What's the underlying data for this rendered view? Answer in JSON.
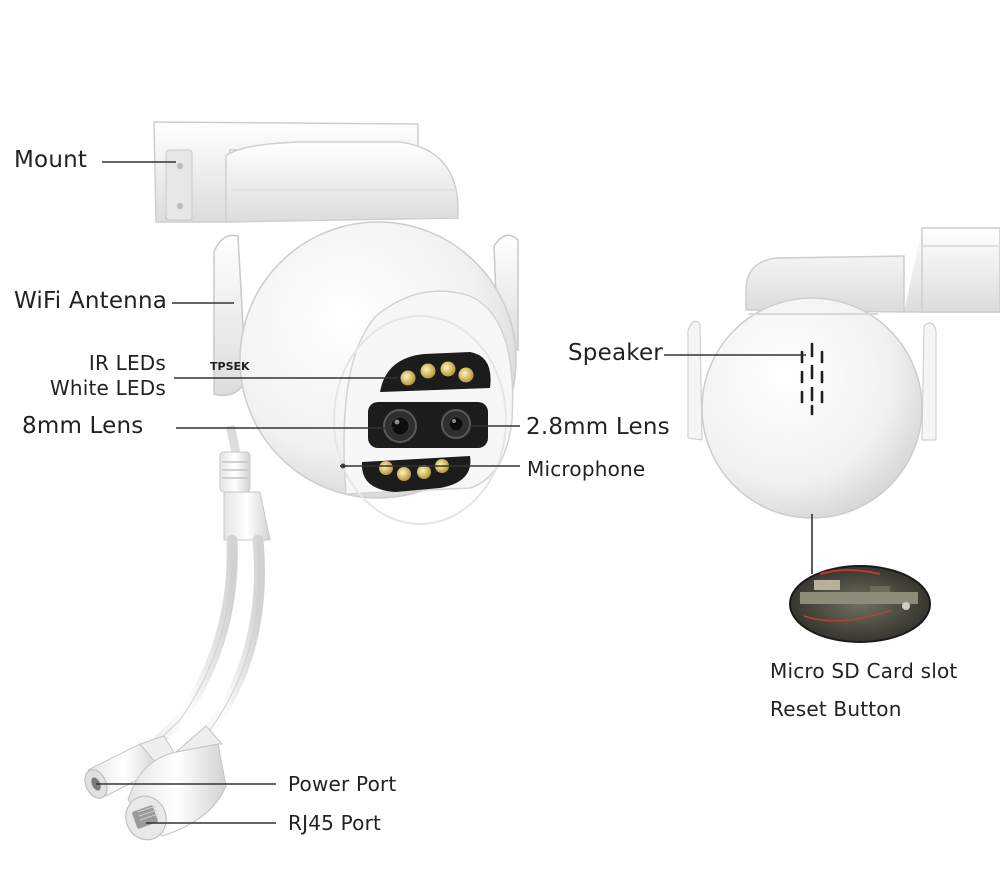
{
  "brand": {
    "logo_text": "TPSEK"
  },
  "labels": {
    "mount": "Mount",
    "wifi_antenna": "WiFi Antenna",
    "ir_leds": "IR LEDs",
    "white_leds": "White LEDs",
    "lens_8mm": "8mm Lens",
    "lens_28mm": "2.8mm Lens",
    "microphone": "Microphone",
    "speaker": "Speaker",
    "micro_sd": "Micro SD Card slot",
    "reset_button": "Reset Button",
    "power_port": "Power Port",
    "rj45_port": "RJ45 Port"
  },
  "colors": {
    "body": "#f4f4f4",
    "shadow": "#d6d6d6",
    "lens_panel": "#1c1c1c",
    "led": "#d8c26a",
    "leader_line": "#333333"
  }
}
